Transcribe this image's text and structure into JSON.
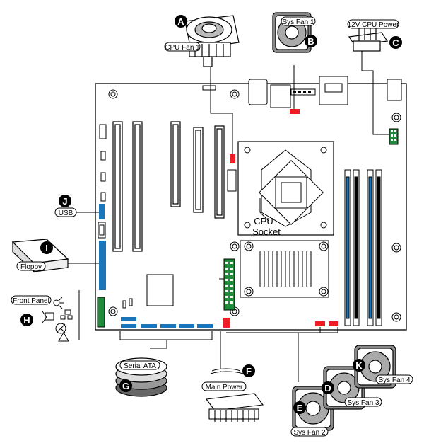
{
  "socket": {
    "line1": "CPU",
    "line2": "Socket"
  },
  "callouts": [
    {
      "letter": "A",
      "label": "CPU Fan 1"
    },
    {
      "letter": "B",
      "label": "Sys Fan 1"
    },
    {
      "letter": "C",
      "label": "12V CPU Power"
    },
    {
      "letter": "D",
      "label": "Sys Fan 3"
    },
    {
      "letter": "E",
      "label": "Sys Fan 2"
    },
    {
      "letter": "F",
      "label": "Main Power"
    },
    {
      "letter": "G",
      "label": "Serial ATA"
    },
    {
      "letter": "H",
      "label": "Front Panel"
    },
    {
      "letter": "I",
      "label": "Floppy"
    },
    {
      "letter": "J",
      "label": "USB"
    },
    {
      "letter": "K",
      "label": "Sys Fan 4"
    }
  ],
  "colors": {
    "fan_header": "#ee1c24",
    "usb_sata": "#1b75bb",
    "power": "#1f8a3b",
    "outline": "#000000"
  }
}
